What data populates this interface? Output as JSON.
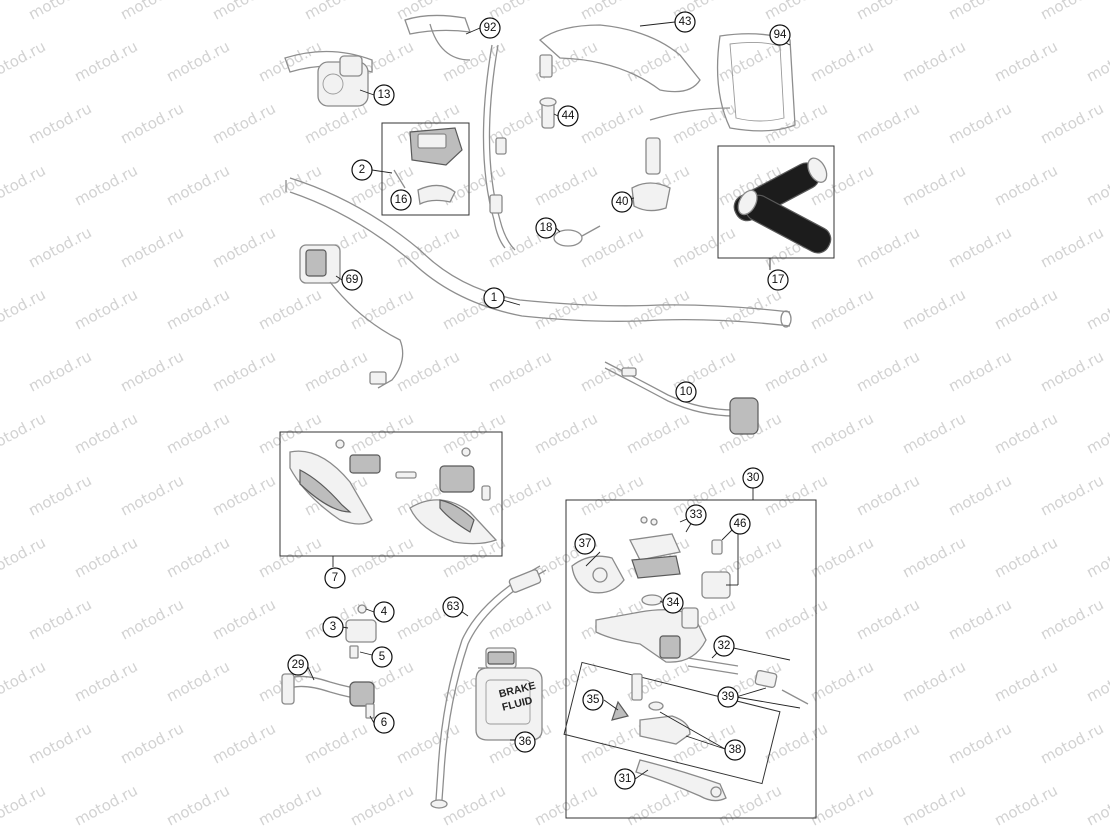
{
  "watermark": {
    "text": "motod.ru"
  },
  "bottle_label": {
    "line1": "BRAKE",
    "line2": "FLUID"
  },
  "callouts": [
    "92",
    "43",
    "94",
    "13",
    "44",
    "2",
    "16",
    "40",
    "18",
    "17",
    "69",
    "1",
    "10",
    "30",
    "33",
    "46",
    "37",
    "34",
    "7",
    "63",
    "4",
    "3",
    "32",
    "5",
    "29",
    "39",
    "35",
    "6",
    "38",
    "36",
    "31"
  ]
}
